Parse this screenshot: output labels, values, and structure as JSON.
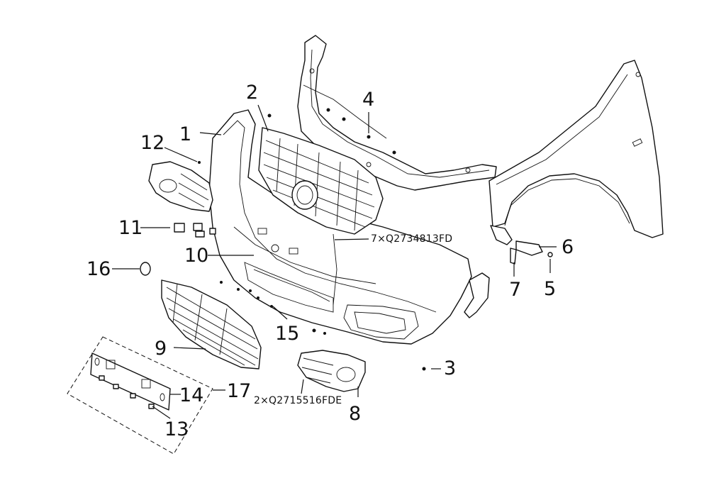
{
  "callouts": {
    "c1": "1",
    "c2": "2",
    "c3": "3",
    "c4": "4",
    "c5": "5",
    "c6": "6",
    "c7": "7",
    "c8": "8",
    "c9": "9",
    "c10": "10",
    "c11": "11",
    "c12": "12",
    "c13": "13",
    "c14": "14",
    "c15": "15",
    "c16": "16",
    "c17": "17"
  },
  "part_codes": {
    "grille_fastener": "7×Q2734813FD",
    "fog_bezel_fastener": "2×Q2715516FDE"
  }
}
